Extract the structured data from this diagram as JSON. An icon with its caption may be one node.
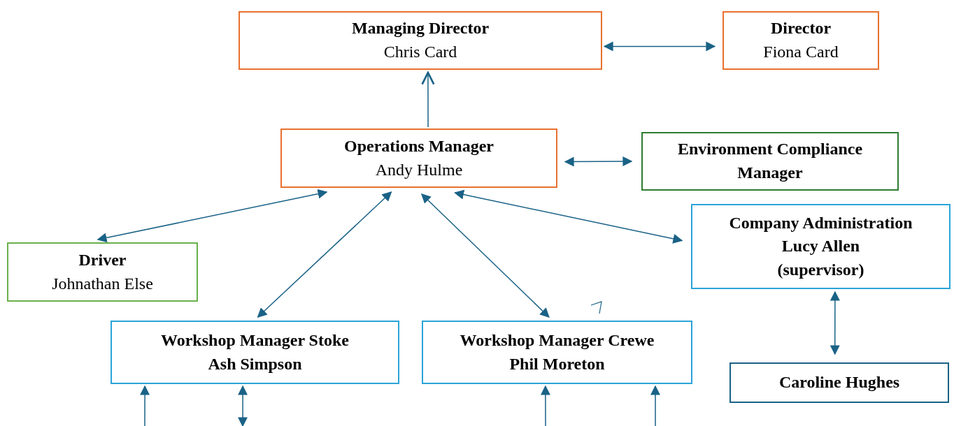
{
  "diagram": {
    "nodes": [
      {
        "text": [
          "Managing Director",
          "Chris Card"
        ]
      },
      {
        "text": [
          "Director",
          "Fiona Card"
        ]
      },
      {
        "text": [
          "Operations Manager",
          "Andy Hulme"
        ]
      },
      {
        "text": [
          "Environment Compliance Manager"
        ]
      },
      {
        "text": [
          "Driver",
          "Johnathan Else"
        ]
      },
      {
        "text": [
          "Company Administration",
          "Lucy Allen",
          "(supervisor)"
        ]
      },
      {
        "text": [
          "Workshop Manager Stoke",
          "Ash Simpson"
        ]
      },
      {
        "text": [
          "Workshop Manager Crewe",
          "Phil Moreton"
        ]
      },
      {
        "text": [
          "Caroline Hughes"
        ]
      }
    ],
    "edges": [
      {
        "from": 2,
        "to": 0,
        "arrow": "to"
      },
      {
        "from": 0,
        "to": 1,
        "arrow": "both"
      },
      {
        "from": 2,
        "to": 3,
        "arrow": "both"
      },
      {
        "from": 2,
        "to": 4,
        "arrow": "both"
      },
      {
        "from": 2,
        "to": 6,
        "arrow": "both"
      },
      {
        "from": 2,
        "to": 7,
        "arrow": "both"
      },
      {
        "from": 2,
        "to": 5,
        "arrow": "both"
      },
      {
        "from": 5,
        "to": 8,
        "arrow": "both"
      },
      {
        "from": null,
        "to": 6,
        "arrow": "to"
      },
      {
        "from": 6,
        "to": null,
        "arrow": "both"
      },
      {
        "from": null,
        "to": 7,
        "arrow": "to"
      },
      {
        "from": null,
        "to": 7,
        "arrow": "to"
      }
    ]
  }
}
